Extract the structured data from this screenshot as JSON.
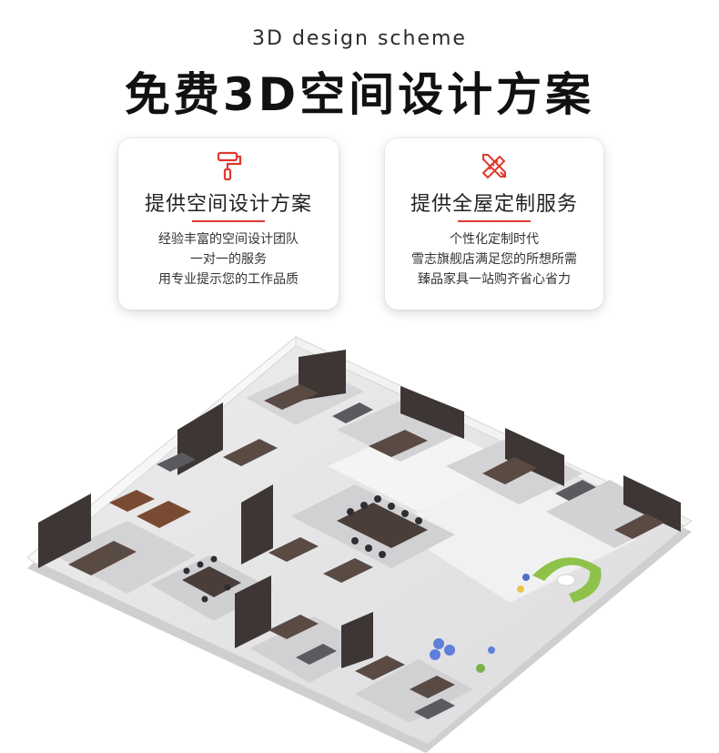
{
  "header": {
    "subtitle_en": "3D design scheme",
    "title_cn": "免费3D空间设计方案"
  },
  "cards": [
    {
      "title": "提供空间设计方案",
      "icon": "paint-roller-icon",
      "lines": [
        "经验丰富的空间设计团队",
        "一对一的服务",
        "用专业提示您的工作品质"
      ]
    },
    {
      "title": "提供全屋定制服务",
      "icon": "ruler-pencil-icon",
      "lines": [
        "个性化定制时代",
        "雪志旗舰店满足您的所想所需",
        "臻品家具一站购齐省心省力"
      ]
    }
  ],
  "colors": {
    "accent": "#e0392f",
    "floor": "#e9e9ea",
    "wall": "#f5f5f6",
    "furniture_dark": "#3e3634",
    "furniture_brown": "#7a4b33",
    "sofa_gray": "#5b5b5f",
    "lounge_green": "#8fc24a"
  }
}
